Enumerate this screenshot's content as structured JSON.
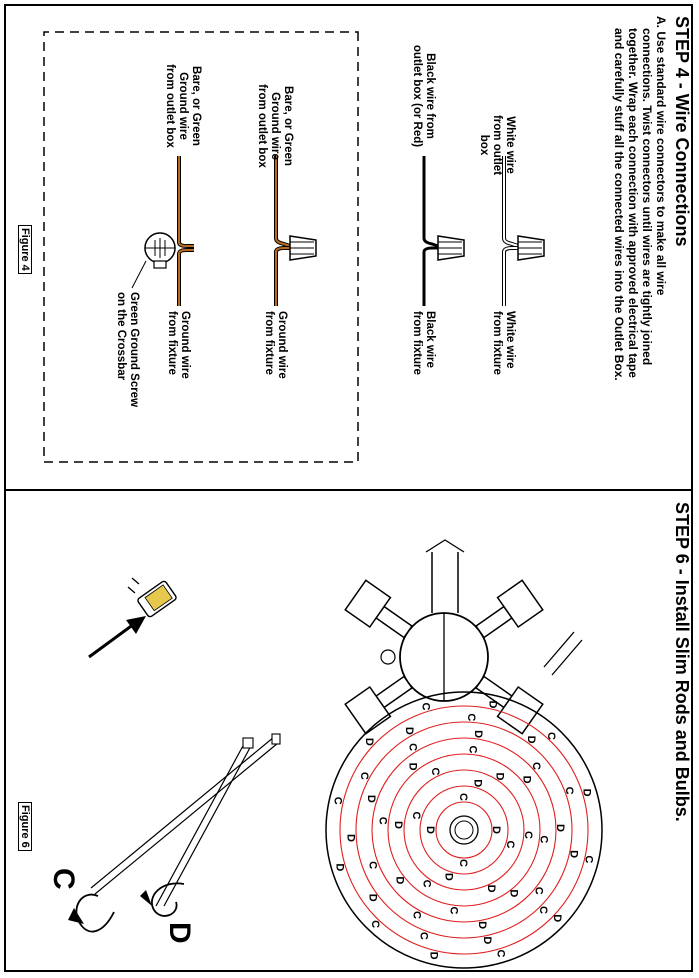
{
  "step4": {
    "title": "STEP 4 - Wire Connections",
    "instruction_line1": "A. Use standard wire connectors to make all wire",
    "instruction_line2": "connections. Twist connectors until wires are tightly joined",
    "instruction_line3": "together. Wrap each connection with approved electrical tape",
    "instruction_line4": "and carefully stuff all the connected wires into the Outlet Box.",
    "white_left_1": "White wire",
    "white_left_2": "from outlet box",
    "white_right_1": "White wire",
    "white_right_2": "from fixture",
    "black_left_1": "Black wire from",
    "black_left_2": "outlet box (or Red)",
    "black_right_1": "Black wire",
    "black_right_2": "from fixture",
    "ground1_left_1": "Bare, or Green",
    "ground1_left_2": "Ground wire",
    "ground1_left_3": "from outlet box",
    "ground1_right_1": "Ground wire",
    "ground1_right_2": "from fixture",
    "ground2_left_1": "Bare, or Green",
    "ground2_left_2": "Ground wire",
    "ground2_left_3": "from outlet box",
    "ground2_right_1": "Ground wire",
    "ground2_right_2": "from fixture",
    "screw_label_1": "Green Ground Screw",
    "screw_label_2": "on the Crossbar",
    "figure_label": "Figure 4"
  },
  "step6": {
    "title": "STEP 6 - Install Slim Rods and Bulbs.",
    "rod_c_letter": "C",
    "rod_d_letter": "D",
    "figure_label": "Figure 6",
    "ring_letters": [
      "C",
      "D"
    ],
    "wire_color": "#e02020"
  },
  "colors": {
    "ink": "#000000",
    "ground_wire": "#b86a1e",
    "spiral": "#e02020"
  }
}
